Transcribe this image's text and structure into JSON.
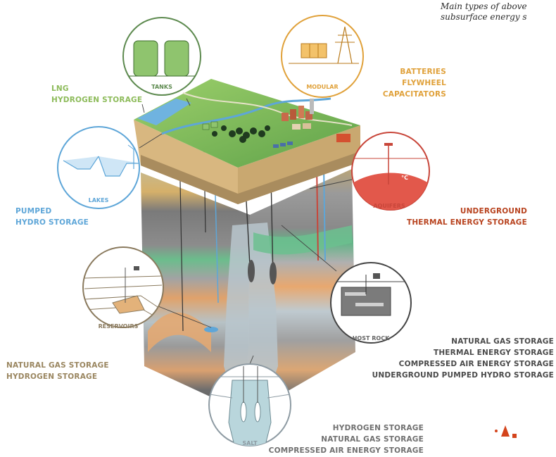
{
  "caption": {
    "line1": "Main types of above",
    "line2": "subsurface energy s"
  },
  "circles": {
    "tanks": "TANKS",
    "modular": "MODULAR",
    "lakes": "LAKES",
    "aquifers": "AQUIFERS",
    "aquifers_temp": "°C",
    "reservoirs": "RESERVOIRS",
    "host_rock": "HOST ROCK",
    "salt": "SALT"
  },
  "labels": {
    "lng": [
      "LNG",
      "HYDROGEN STORAGE"
    ],
    "batteries": [
      "BATTERIES",
      "FLYWHEEL",
      "CAPACITATORS"
    ],
    "pumped": [
      "PUMPED",
      "HYDRO STORAGE"
    ],
    "underground_thermal": [
      "UNDERGROUND",
      "THERMAL ENERGY STORAGE"
    ],
    "host_rock_uses": [
      "NATURAL GAS STORAGE",
      "THERMAL ENERGY STORAGE",
      "COMPRESSED AIR ENERGY STORAGE",
      "UNDERGROUND PUMPED HYDRO STORAGE"
    ],
    "reservoir_uses": [
      "NATURAL GAS STORAGE",
      "HYDROGEN STORAGE"
    ],
    "salt_uses": [
      "HYDROGEN STORAGE",
      "NATURAL GAS STORAGE",
      "COMPRESSED AIR ENERGY STORAGE"
    ]
  },
  "colors": {
    "tanks": "#5d8a4f",
    "modular": "#e0a13a",
    "lakes": "#5ea6d8",
    "aquifers": "#c8463a",
    "reservoirs": "#8a7a5e",
    "host_rock": "#444444",
    "salt": "#8e9ba3"
  }
}
